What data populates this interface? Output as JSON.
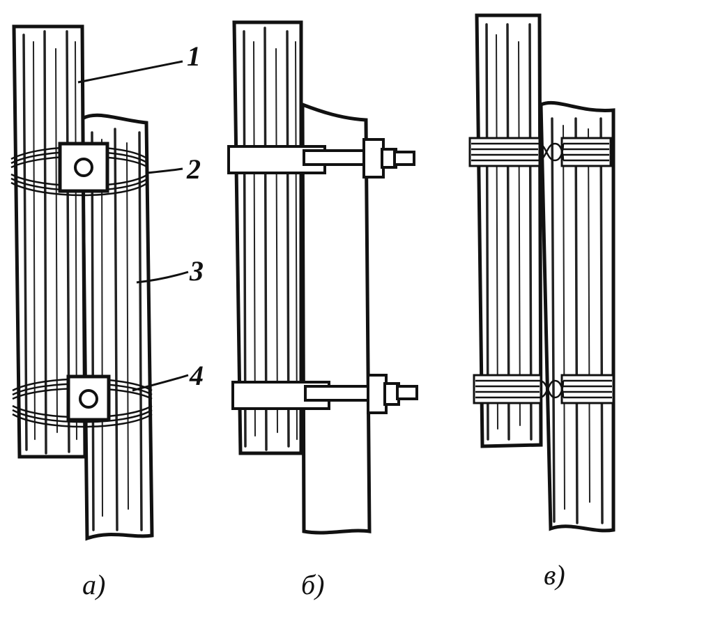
{
  "figure": {
    "panels": [
      {
        "id": "a",
        "label": "a)"
      },
      {
        "id": "b",
        "label": "б)"
      },
      {
        "id": "c",
        "label": "в)"
      }
    ],
    "callouts": [
      {
        "id": "1",
        "text": "1"
      },
      {
        "id": "2",
        "text": "2"
      },
      {
        "id": "3",
        "text": "3"
      },
      {
        "id": "4",
        "text": "4"
      }
    ]
  }
}
